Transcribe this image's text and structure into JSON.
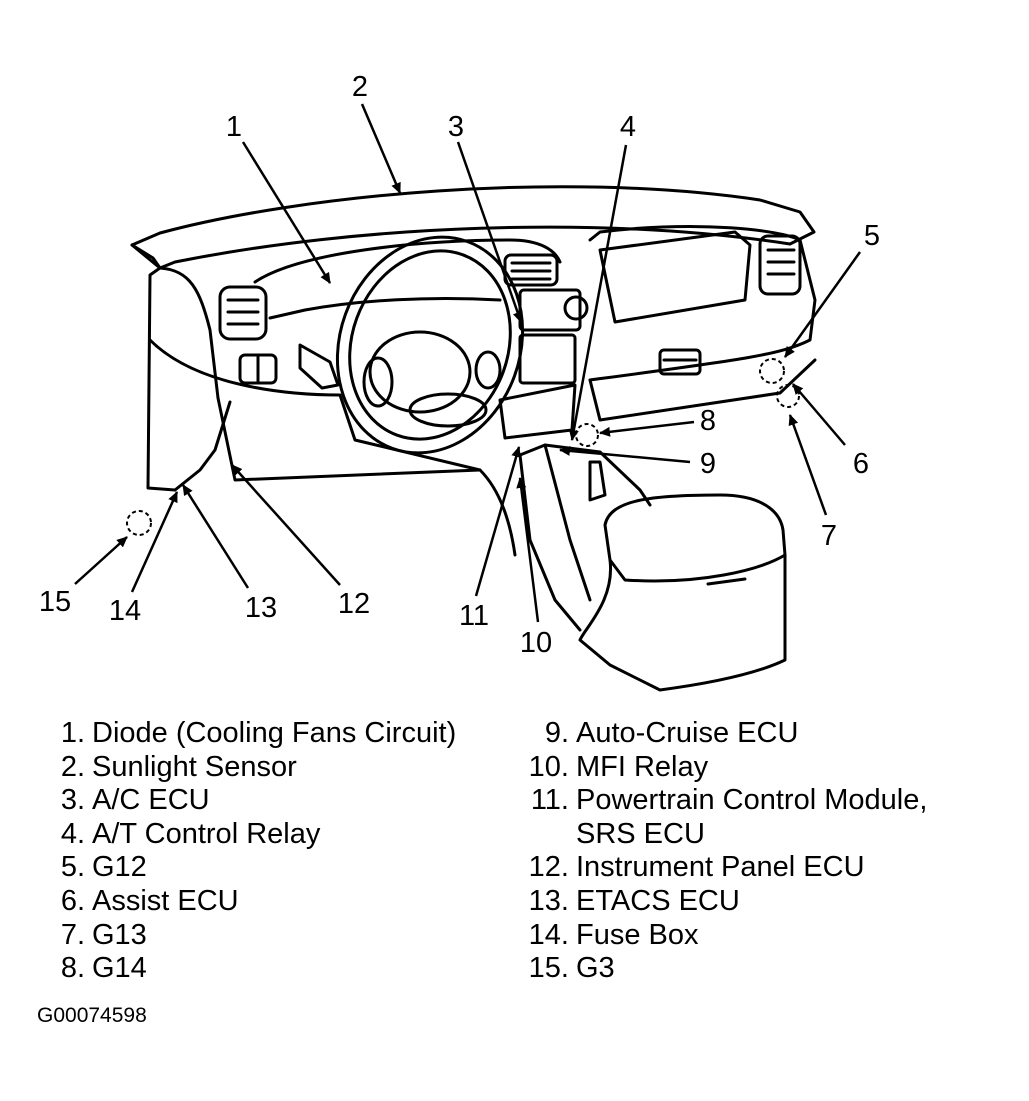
{
  "callouts": {
    "c1": "1",
    "c2": "2",
    "c3": "3",
    "c4": "4",
    "c5": "5",
    "c6": "6",
    "c7": "7",
    "c8": "8",
    "c9": "9",
    "c10": "10",
    "c11": "11",
    "c12": "12",
    "c13": "13",
    "c14": "14",
    "c15": "15"
  },
  "legend": {
    "left": [
      {
        "num": "1.",
        "text": "Diode (Cooling Fans Circuit)"
      },
      {
        "num": "2.",
        "text": "Sunlight Sensor"
      },
      {
        "num": "3.",
        "text": "A/C ECU"
      },
      {
        "num": "4.",
        "text": "A/T Control Relay"
      },
      {
        "num": "5.",
        "text": "G12"
      },
      {
        "num": "6.",
        "text": "Assist ECU"
      },
      {
        "num": "7.",
        "text": "G13"
      },
      {
        "num": "8.",
        "text": "G14"
      }
    ],
    "right": [
      {
        "num": "9.",
        "text": "Auto-Cruise ECU"
      },
      {
        "num": "10.",
        "text": "MFI Relay"
      },
      {
        "num": "11.",
        "text": "Powertrain Control Module,"
      },
      {
        "num": "",
        "text": "SRS ECU"
      },
      {
        "num": "12.",
        "text": "Instrument Panel ECU"
      },
      {
        "num": "13.",
        "text": "ETACS ECU"
      },
      {
        "num": "14.",
        "text": "Fuse Box"
      },
      {
        "num": "15.",
        "text": "G3"
      }
    ]
  },
  "figure_id": "G00074598"
}
